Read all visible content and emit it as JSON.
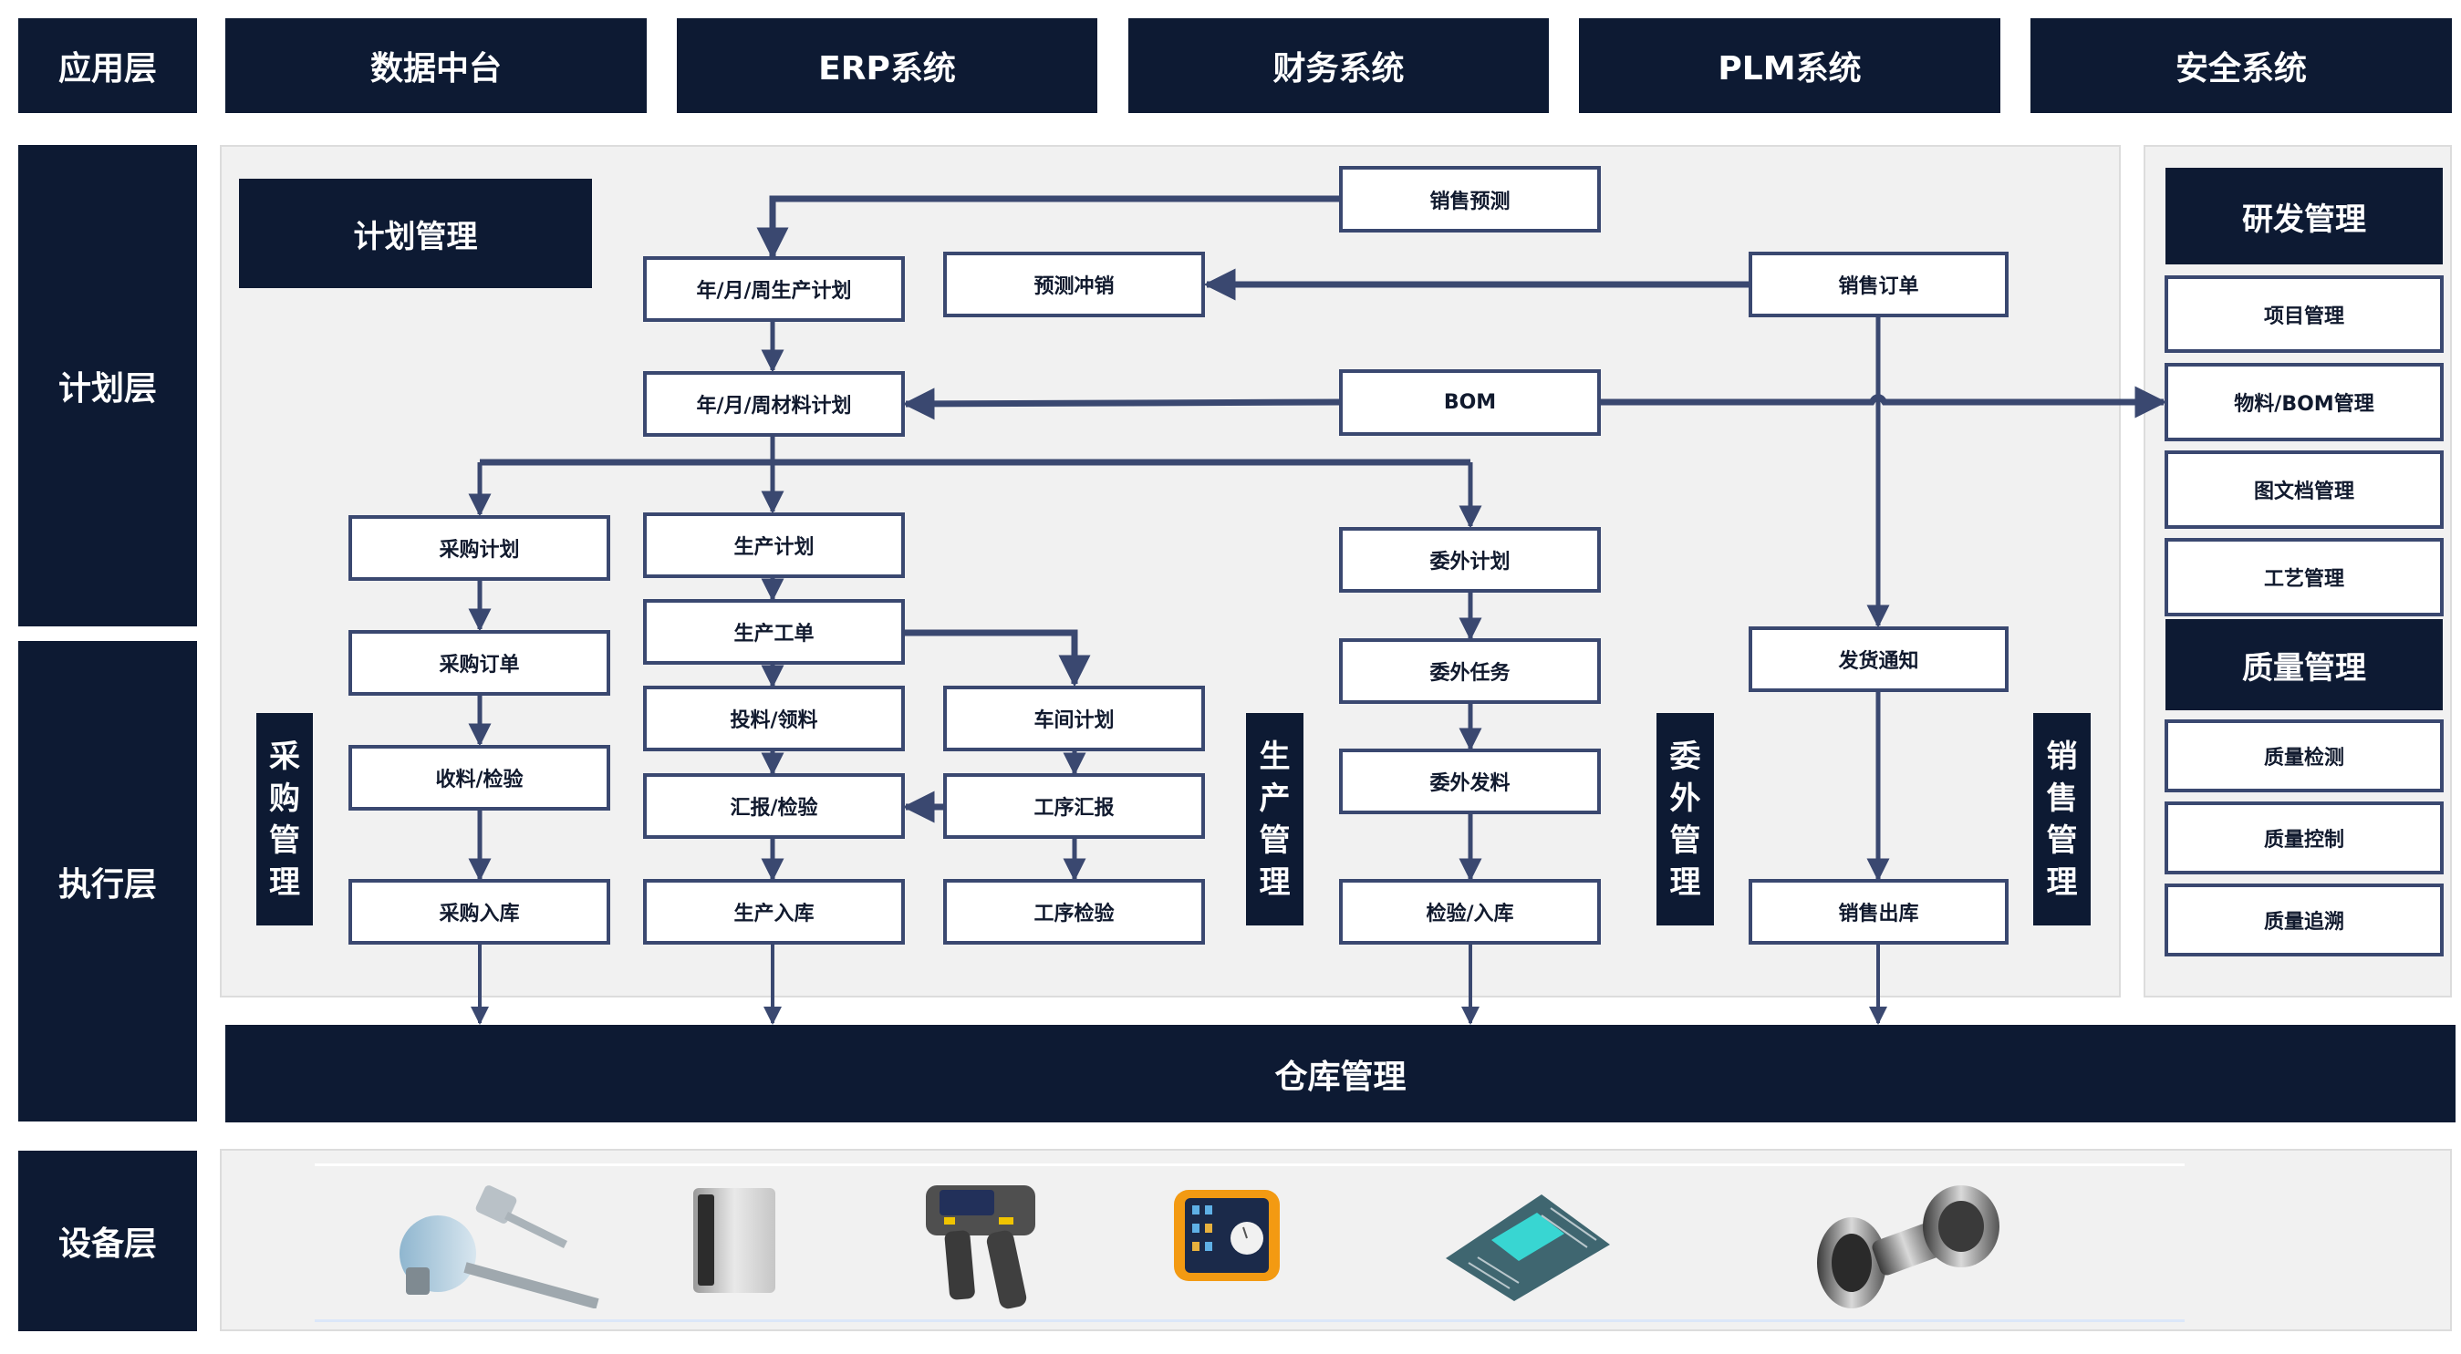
{
  "colors": {
    "dark": "#0d1a33",
    "connector": "#3a4870",
    "panel": "#f1f1f1",
    "node_bg": "#ffffff",
    "node_text": "#111a2e"
  },
  "layers": {
    "application": "应用层",
    "planning": "计划层",
    "execution": "执行层",
    "device": "设备层"
  },
  "application_systems": [
    "数据中台",
    "ERP系统",
    "财务系统",
    "PLM系统",
    "安全系统"
  ],
  "planning": {
    "header": "计划管理",
    "sales_forecast": "销售预测",
    "yearly_production_plan": "年/月/周生产计划",
    "forecast_offset": "预测冲销",
    "sales_order": "销售订单",
    "material_plan": "年/月/周材料计划",
    "bom": "BOM"
  },
  "purchase": {
    "label": [
      "采",
      "购",
      "管",
      "理"
    ],
    "nodes": [
      "采购计划",
      "采购订单",
      "收料/检验",
      "采购入库"
    ]
  },
  "production": {
    "label": [
      "生",
      "产",
      "管",
      "理"
    ],
    "nodes": [
      "生产计划",
      "生产工单",
      "投料/领料",
      "汇报/检验",
      "生产入库"
    ],
    "workshop_nodes": [
      "车间计划",
      "工序汇报",
      "工序检验"
    ]
  },
  "outsourcing": {
    "label": [
      "委",
      "外",
      "管",
      "理"
    ],
    "nodes": [
      "委外计划",
      "委外任务",
      "委外发料",
      "检验/入库"
    ]
  },
  "sales": {
    "label": [
      "销",
      "售",
      "管",
      "理"
    ],
    "nodes": [
      "发货通知",
      "销售出库"
    ]
  },
  "rd": {
    "header": "研发管理",
    "items": [
      "项目管理",
      "物料/BOM管理",
      "图文档管理",
      "工艺管理"
    ]
  },
  "quality": {
    "header": "质量管理",
    "items": [
      "质量检测",
      "质量控制",
      "质量追溯"
    ]
  },
  "warehouse": "仓库管理",
  "devices": [
    "temperature-sensor",
    "rfid-reader",
    "handheld-scanner",
    "rugged-tablet",
    "circuit-board",
    "mechanical-part"
  ]
}
